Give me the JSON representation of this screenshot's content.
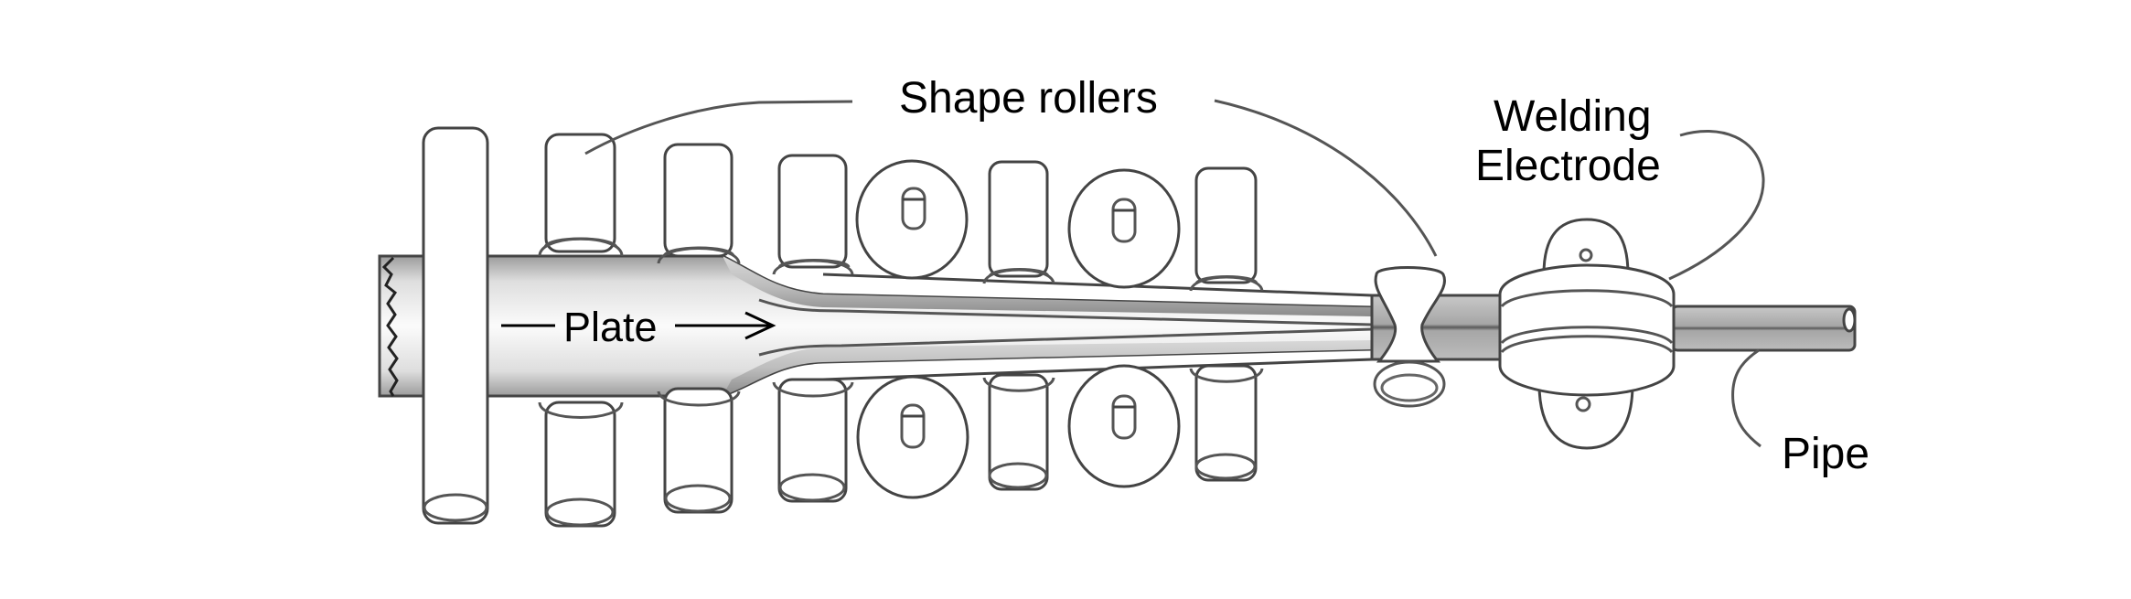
{
  "diagram": {
    "title": "Pipe forming and welding process",
    "labels": {
      "shape_rollers": "Shape rollers",
      "plate": "Plate",
      "welding_line1": "Welding",
      "welding_line2": "Electrode",
      "pipe": "Pipe"
    },
    "components": [
      "vertical-guide-roller",
      "shape-rollers-top",
      "shape-rollers-bottom",
      "side-disc-rollers",
      "hourglass-closing-roller",
      "welding-electrode",
      "plate",
      "pipe"
    ],
    "colors": {
      "background": "#ffffff",
      "line": "#444444",
      "plate_fill_light": "#f4f4f4",
      "plate_fill_dark": "#b8b8b8",
      "pipe_fill": "#b0b0b0",
      "text": "#000000"
    }
  }
}
